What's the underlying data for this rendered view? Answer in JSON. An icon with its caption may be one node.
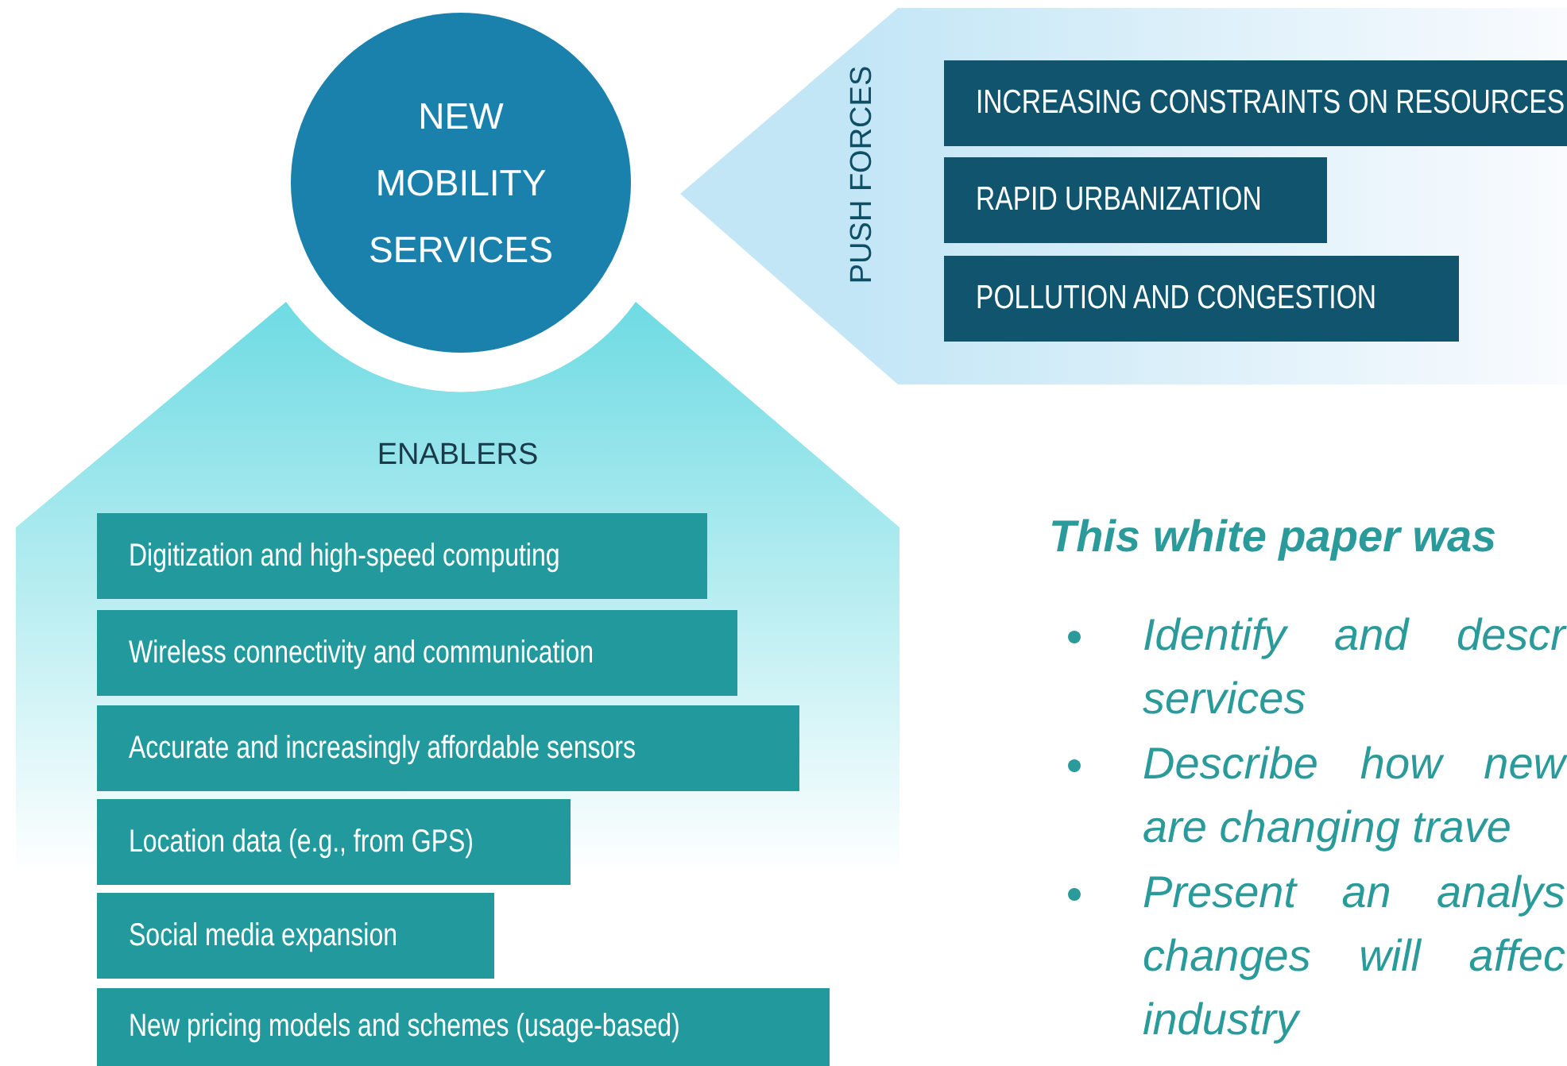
{
  "diagram": {
    "nodes": [
      {
        "text": [
          "NEW MOBILITY SERVICES"
        ]
      },
      {
        "text": [
          "PUSH FORCES"
        ]
      },
      {
        "text": [
          "INCREASING CONSTRAINTS ON RESOURCES"
        ],
        "in": 1
      },
      {
        "text": [
          "RAPID URBANIZATION"
        ],
        "in": 1
      },
      {
        "text": [
          "POLLUTION AND CONGESTION"
        ],
        "in": 1
      },
      {
        "text": [
          "ENABLERS"
        ]
      },
      {
        "text": [
          "Digitization and high-speed computing"
        ],
        "in": 5
      },
      {
        "text": [
          "Wireless connectivity and communication"
        ],
        "in": 5
      },
      {
        "text": [
          "Accurate and increasingly affordable sensors"
        ],
        "in": 5
      },
      {
        "text": [
          "Location data (e.g., from GPS)"
        ],
        "in": 5
      },
      {
        "text": [
          "Social media expansion"
        ],
        "in": 5
      },
      {
        "text": [
          "New pricing models and schemes (usage-based)"
        ],
        "in": 5
      }
    ],
    "labels": [
      "This white paper was",
      "Identify and descr services",
      "Describe how new are changing trave",
      "Present an analys changes will affec industry"
    ]
  }
}
